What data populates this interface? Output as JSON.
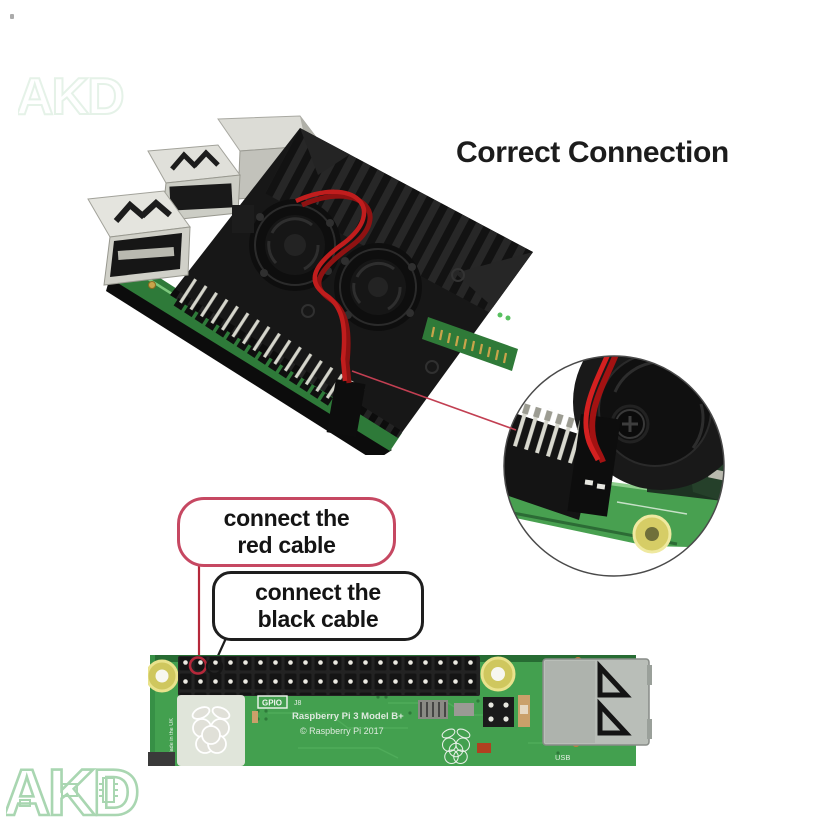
{
  "title": {
    "text": "Correct Connection",
    "color": "#1c1c1c"
  },
  "callouts": {
    "red": {
      "line1": "connect the",
      "line2": "red cable",
      "border_color": "#c64862"
    },
    "black": {
      "line1": "connect the",
      "line2": "black cable",
      "border_color": "#1e1e1e"
    }
  },
  "annotations": {
    "red_marker_color": "#b5283a",
    "black_marker_color": "#1a1a1a",
    "pointer_line_color": "#c23f52"
  },
  "board": {
    "pcb_color": "#43a04f",
    "silkscreen": {
      "gpio_label": "GPIO",
      "header_ref": "J8",
      "model": "Raspberry Pi 3 Model B+",
      "copyright": "© Raspberry Pi 2017",
      "usb_label": "USB",
      "made_in": "Made in the UK"
    }
  },
  "watermark": {
    "text": "AKD",
    "color": "#a9d6b1"
  }
}
